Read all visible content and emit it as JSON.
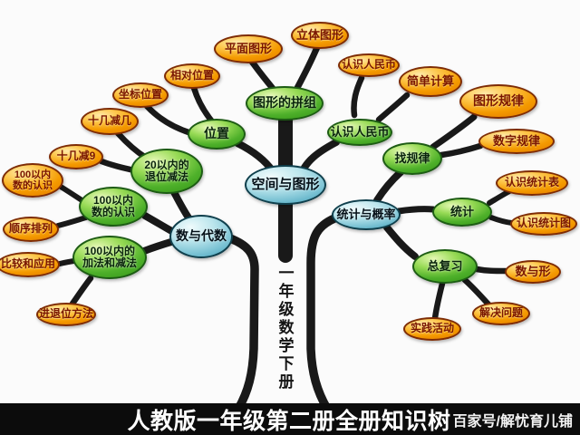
{
  "banner": {
    "title": "人教版一年级第二册全册知识树",
    "byline": "百家号/解忧育儿铺"
  },
  "trunk_label": "一年级数学下册",
  "colors": {
    "leaf_orange": "#f49a00",
    "branch_green": "#4eb02a",
    "category_blue": "#7cc3d4",
    "line_black": "#191919",
    "banner_bg": "#0c0c0c",
    "banner_text": "#ffffff"
  },
  "nodes": {
    "space_shapes": "空间与图形",
    "number_algebra": "数与代数",
    "stats_probability": "统计与概率",
    "position": "位置",
    "shape_assembly": "图形的拼组",
    "subtraction_within_20": "20以内的\n退位减法",
    "numbers_within_100": "100以内\n数的认识",
    "add_sub_within_100": "100以内的\n加法和减法",
    "know_rmb_branch": "认识人民币",
    "find_patterns": "找规律",
    "statistics": "统计",
    "general_review": "总复习",
    "plane_shapes": "平面图形",
    "solid_shapes": "立体图形",
    "relative_position": "相对位置",
    "coordinate_position": "坐标位置",
    "teens_minus_several": "十几减几",
    "teens_minus_9": "十几减9",
    "numbers_within_100_leaf": "100以内\n数的认识",
    "sequence_ordering": "顺序排列",
    "compare_apply": "比较和应用",
    "carry_borrow_methods": "进退位方法",
    "know_rmb_leaf": "认识人民币",
    "simple_calculation": "简单计算",
    "shape_patterns": "图形规律",
    "number_patterns": "数字规律",
    "know_statistical_tables": "认识统计表",
    "know_statistical_charts": "认识统计图",
    "numbers_and_shapes": "数与形",
    "problem_solving": "解决问题",
    "practical_activities": "实践活动"
  }
}
